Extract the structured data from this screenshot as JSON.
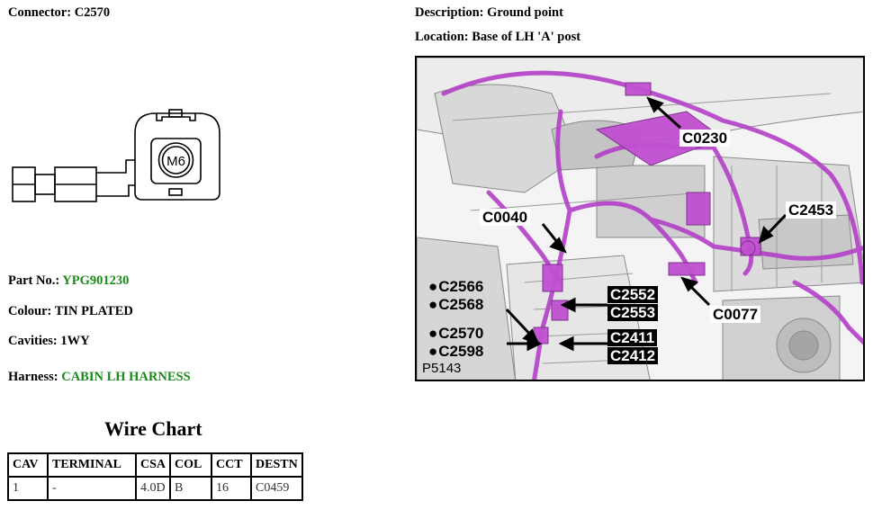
{
  "connector": {
    "label": "Connector:",
    "value": "C2570"
  },
  "description": {
    "label": "Description:",
    "value": "Ground point"
  },
  "location": {
    "label": "Location:",
    "value": "Base of LH 'A' post"
  },
  "part_no": {
    "label": "Part No.:",
    "value": "YPG901230"
  },
  "colour": {
    "label": "Colour:",
    "value": "TIN PLATED"
  },
  "cavities": {
    "label": "Cavities:",
    "value": "1WY"
  },
  "harness": {
    "label": "Harness:",
    "value": "CABIN LH HARNESS"
  },
  "drawing": {
    "stud_text": "M6"
  },
  "wire_chart": {
    "title": "Wire Chart",
    "headers": [
      "CAV",
      "TERMINAL",
      "CSA",
      "COL",
      "CCT",
      "DESTN"
    ],
    "rows": [
      [
        "1",
        "-",
        "4.0D",
        "B",
        "16",
        "C0459"
      ]
    ]
  },
  "photo": {
    "reference": "P5143",
    "callouts": {
      "c0230": "C0230",
      "c0040": "C0040",
      "c2453": "C2453",
      "c0077": "C0077",
      "c2566": "C2566",
      "c2568": "C2568",
      "c2570": "C2570",
      "c2598": "C2598",
      "c2552": "C2552",
      "c2553": "C2553",
      "c2411": "C2411",
      "c2412": "C2412"
    }
  },
  "colors": {
    "label_green": "#1b8a1b",
    "harness_magenta": "#b440c8"
  }
}
